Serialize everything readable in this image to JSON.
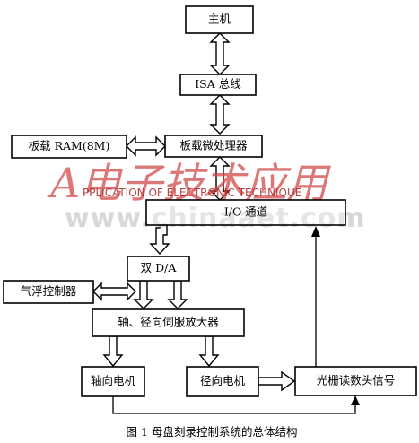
{
  "nodes": {
    "host": "主机",
    "isa_bus": "ISA 总线",
    "onboard_ram": "板载 RAM(8M)",
    "onboard_mcu": "板载微处理器",
    "io_channel": "I/O 通道",
    "dual_da": "双 D/A",
    "air_float_control": "气浮控制器",
    "servo_amplifier": "轴、径向伺服放大器",
    "axial_motor": "轴向电机",
    "radial_motor": "径向电机",
    "grating_readhead": "光栅读数头信号"
  },
  "watermark": {
    "logo": "A电子技术应用",
    "subtitle": "PPLICATION OF ELECTRONIC TECHNIQUE",
    "url": "www.chinaaet.com"
  },
  "caption": "图 1 母盘刻录控制系统的总体结构"
}
